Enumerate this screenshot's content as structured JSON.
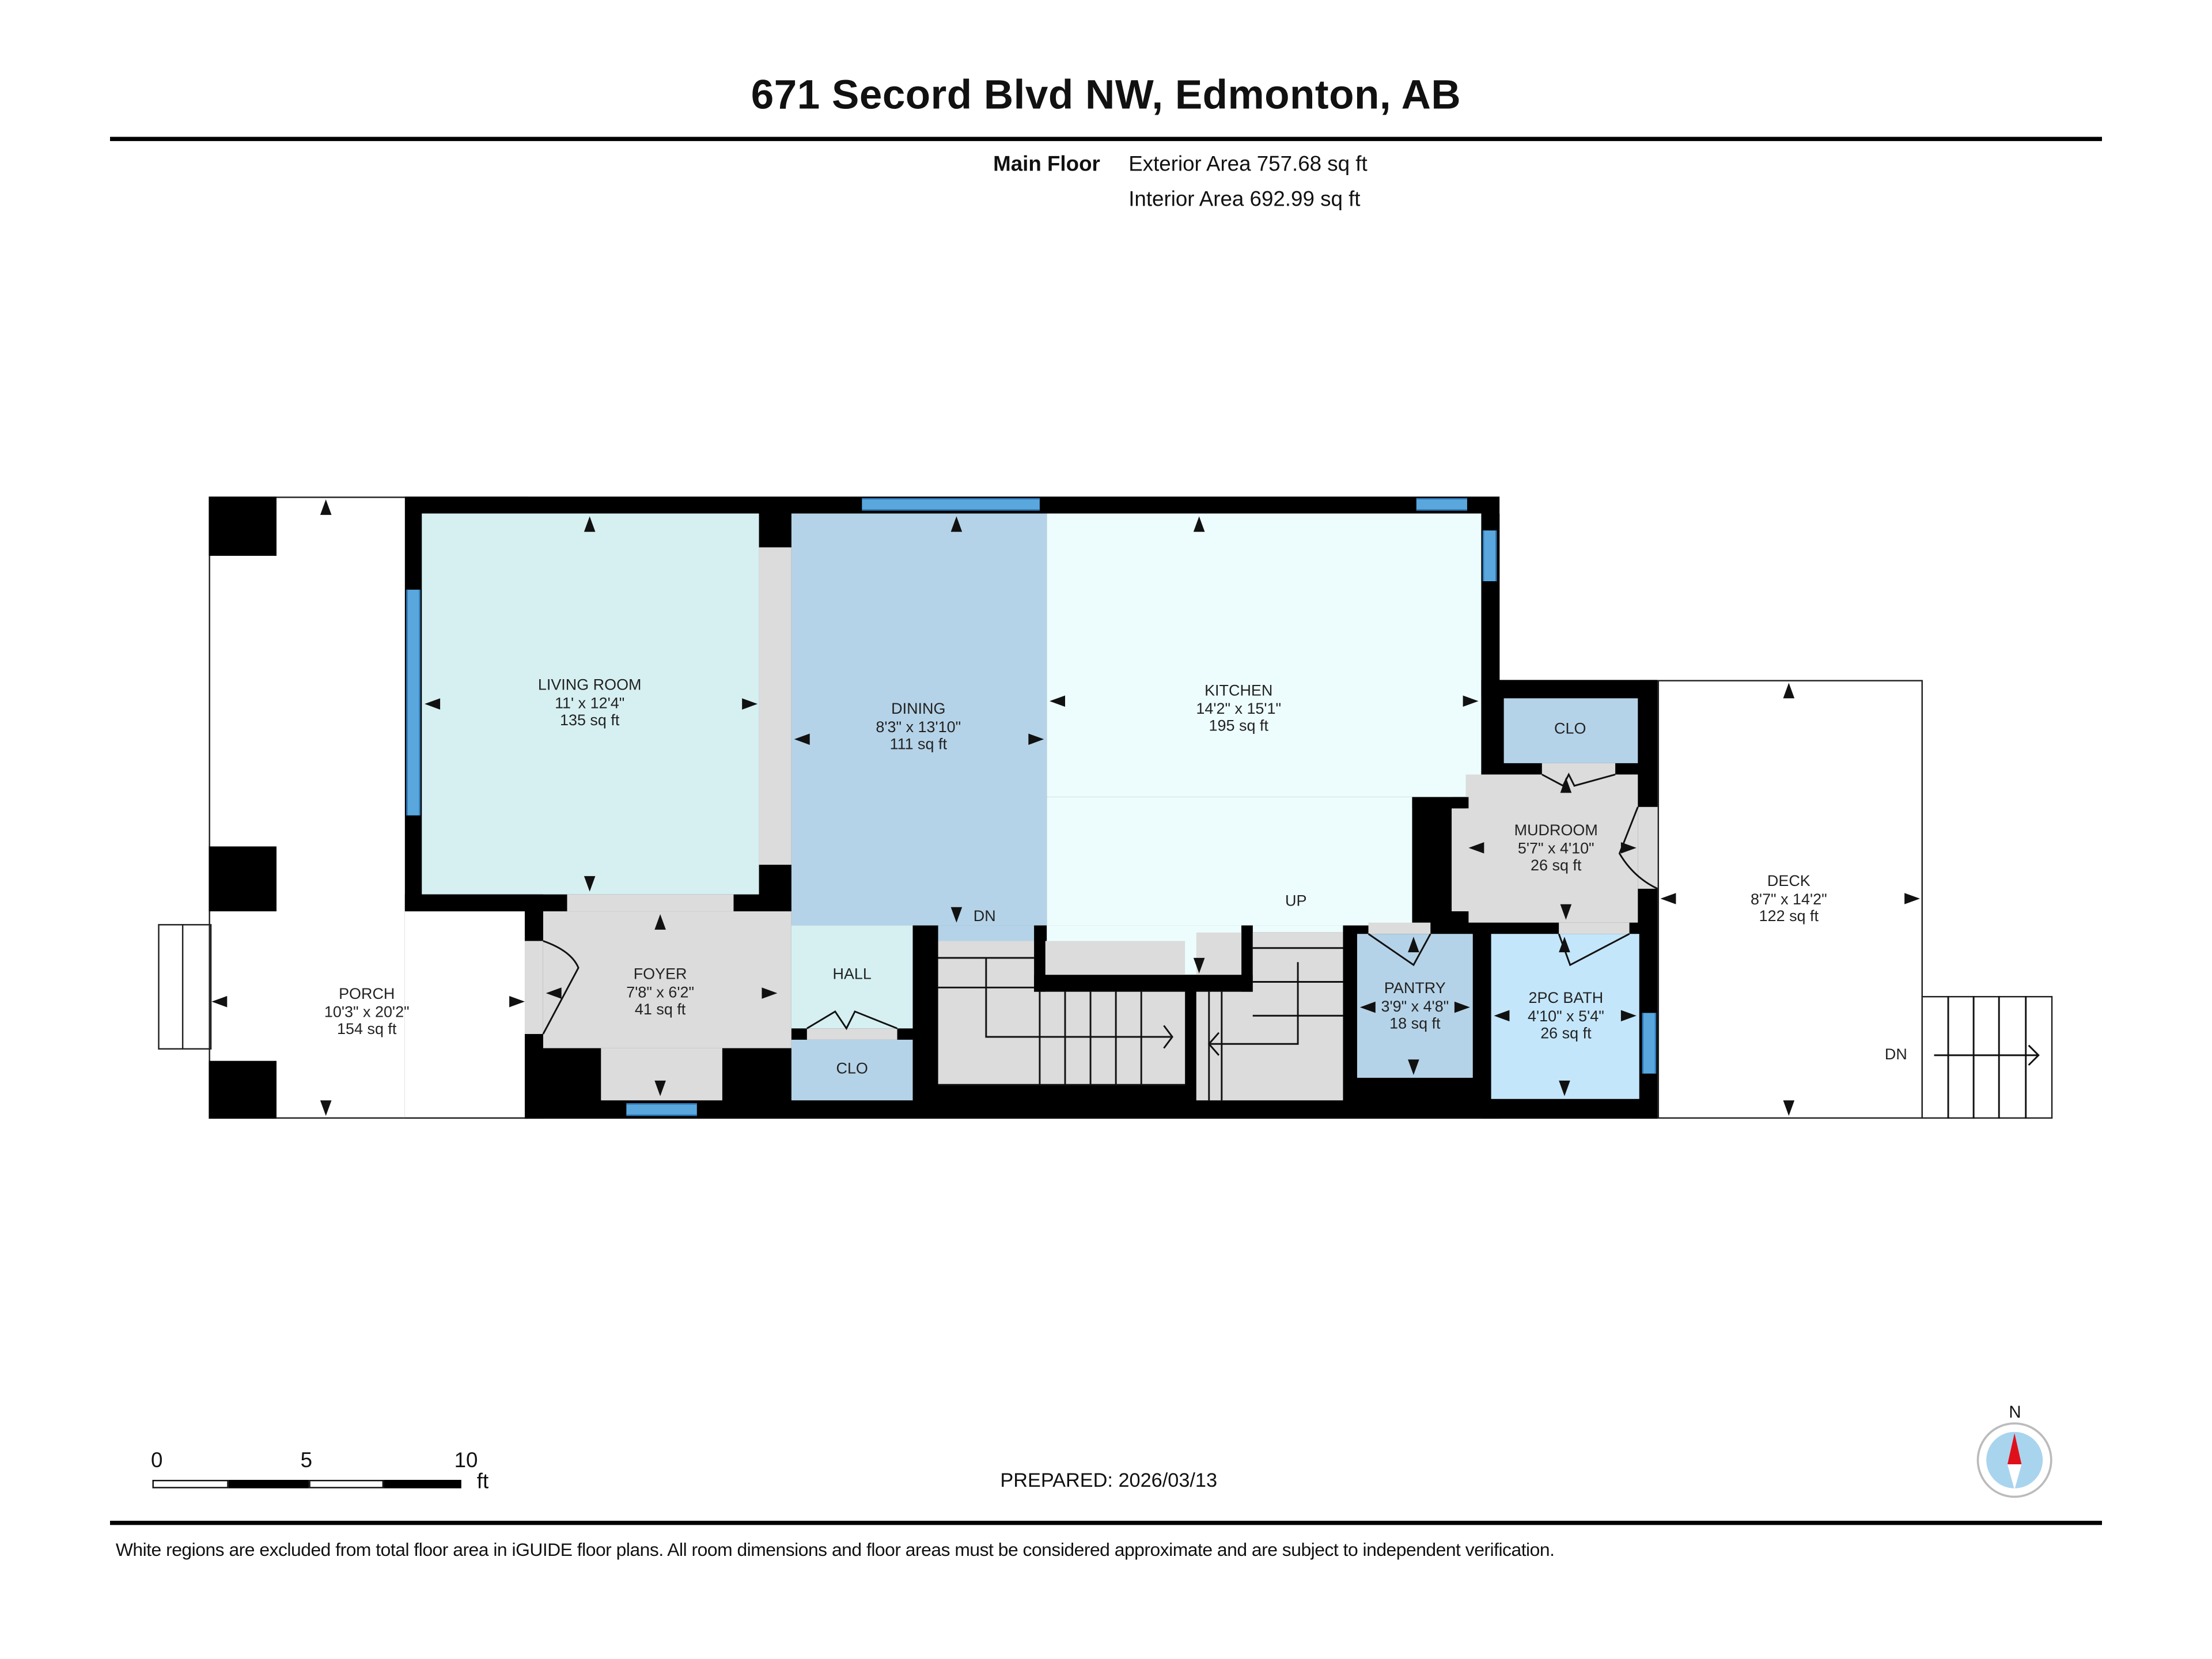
{
  "header": {
    "title": "671 Secord Blvd NW, Edmonton, AB",
    "floor_label": "Main Floor",
    "exterior_area": "Exterior Area 757.68 sq ft",
    "interior_area": "Interior Area 692.99 sq ft"
  },
  "rooms": {
    "living": {
      "name": "LIVING ROOM",
      "dims": "11' x 12'4\"",
      "area": "135 sq ft"
    },
    "dining": {
      "name": "DINING",
      "dims": "8'3\" x 13'10\"",
      "area": "111 sq ft"
    },
    "kitchen": {
      "name": "KITCHEN",
      "dims": "14'2\" x 15'1\"",
      "area": "195 sq ft"
    },
    "clo_top": {
      "name": "CLO"
    },
    "mudroom": {
      "name": "MUDROOM",
      "dims": "5'7\" x 4'10\"",
      "area": "26 sq ft"
    },
    "deck": {
      "name": "DECK",
      "dims": "8'7\" x 14'2\"",
      "area": "122 sq ft"
    },
    "porch": {
      "name": "PORCH",
      "dims": "10'3\" x 20'2\"",
      "area": "154 sq ft"
    },
    "foyer": {
      "name": "FOYER",
      "dims": "7'8\" x 6'2\"",
      "area": "41 sq ft"
    },
    "hall": {
      "name": "HALL"
    },
    "clo_bottom": {
      "name": "CLO"
    },
    "pantry": {
      "name": "PANTRY",
      "dims": "3'9\" x 4'8\"",
      "area": "18 sq ft"
    },
    "bath": {
      "name": "2PC BATH",
      "dims": "4'10\" x 5'4\"",
      "area": "26 sq ft"
    }
  },
  "stairs": {
    "dn_label": "DN",
    "up_label": "UP",
    "deck_dn_label": "DN"
  },
  "scale_bar": {
    "ticks": [
      "0",
      "5",
      "10"
    ],
    "unit": "ft"
  },
  "compass": {
    "label": "N"
  },
  "footer": {
    "prepared": "PREPARED: 2026/03/13",
    "disclaimer": "White regions are excluded from total floor area in iGUIDE floor plans. All room dimensions and floor areas must be considered approximate and are subject to independent verification."
  },
  "colors": {
    "wall": "#000000",
    "living": "#d6f0f2",
    "dining": "#b5d3e8",
    "kitchen": "#edfdfd",
    "hallway_gray": "#dcdcdc",
    "closet": "#b5d3e8",
    "pantry": "#b5d3e8",
    "bath": "#c4e6fa",
    "window": "#5aa7dd",
    "compass_red": "#e0101a",
    "compass_fill": "#a9d4ee"
  }
}
